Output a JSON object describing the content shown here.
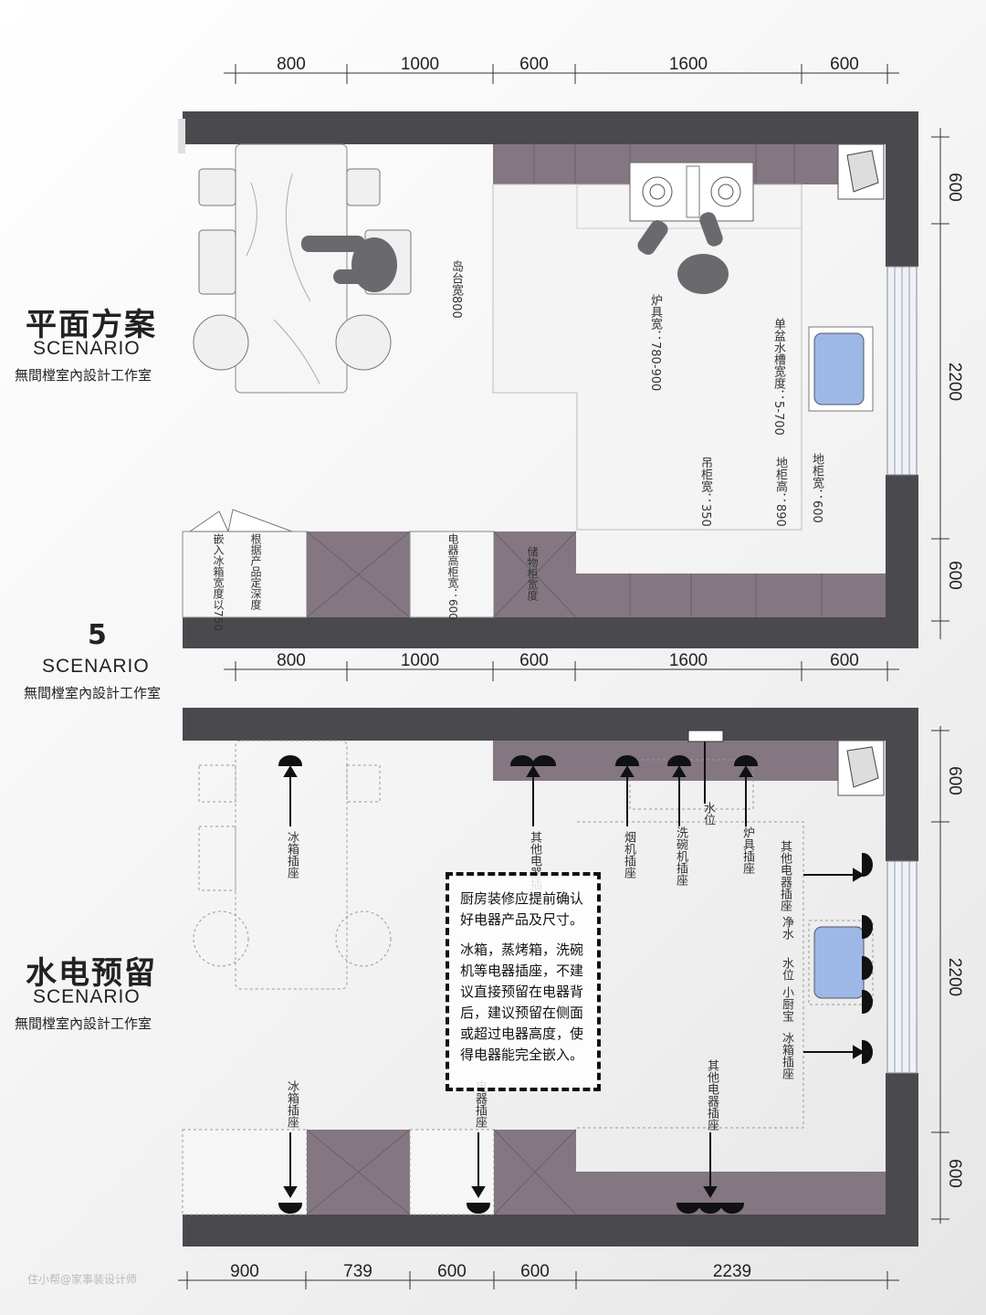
{
  "plan_top": {
    "title_cn": "平面方案",
    "title_en": "SCENARIO",
    "studio": "無間樘室內設計工作室",
    "top_dims": [
      "800",
      "1000",
      "600",
      "1600",
      "600"
    ],
    "bottom_dims": [
      "800",
      "1000",
      "600",
      "1600",
      "600"
    ],
    "right_dims": [
      "600",
      "2200",
      "600"
    ],
    "labels": {
      "island_width": "岛台宽800",
      "stove_width": "炉具宽：780-900",
      "sink_width": "单盆水槽宽度：5-700",
      "base_width": "地柜宽：600",
      "base_height": "地柜高：890",
      "wall_cab_width": "吊柜宽：350",
      "fridge_depth": "嵌入冰箱宽度以750",
      "product_depth": "根据产品定深度",
      "appliance_width": "电器高柜宽：600",
      "storage_width": "储物柜宽度"
    }
  },
  "middle_label": {
    "number": "5",
    "title_en": "SCENARIO",
    "studio": "無間樘室內設計工作室"
  },
  "plan_bottom": {
    "title_cn": "水电预留",
    "title_en": "SCENARIO",
    "studio": "無間樘室內設計工作室",
    "bottom_dims": [
      "900",
      "739",
      "600",
      "600",
      "2239"
    ],
    "right_dims": [
      "600",
      "2200",
      "600"
    ],
    "outlets": {
      "fridge_top": "冰箱插座",
      "other_top": "其他电器插座",
      "hood": "烟机插座",
      "dishwasher": "洗碗机插座",
      "stove": "炉具插座",
      "water_pos": "水位",
      "right_other": "其他电器插座",
      "purifier": "净水",
      "water": "水位",
      "kitchen_treasure": "小厨宝",
      "right_fridge": "冰箱插座",
      "island_other": "其他电器插座",
      "fridge_bottom": "冰箱插座",
      "tall_cab": "电器插座"
    },
    "note_p1": "厨房装修应提前确认好电器产品及尺寸。",
    "note_p2": "冰箱，蒸烤箱，洗碗机等电器插座，不建议直接预留在电器背后，建议预留在侧面或超过电器高度，使得电器能完全嵌入。"
  },
  "watermark": "住小帮@家事装设计师",
  "colors": {
    "wall": "#4a494e",
    "cabinet": "#847781",
    "window": "#b8c8e0",
    "sink": "#9db8e6"
  }
}
